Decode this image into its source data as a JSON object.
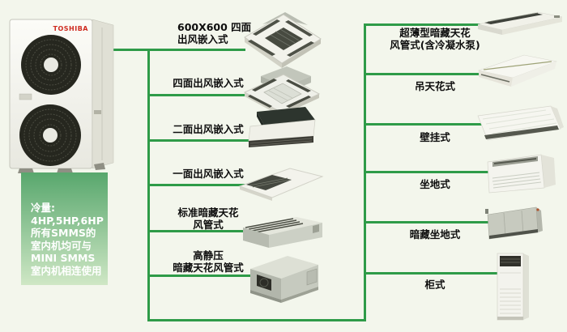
{
  "colors": {
    "bg": "#f3f6ec",
    "line": "#2e9b48",
    "boxtop": "#58a76d",
    "boxbot": "#cfe7c5",
    "ink": "#0d0d0d",
    "infotext": "#ffffff",
    "brand": "#cf2b20"
  },
  "outdoor_unit": {
    "brand": "TOSHIBA",
    "info_text": "冷量:\n4HP,5HP,6HP\n所有SMMS的\n室内机均可与\nMINI SMMS\n室内机相连使用"
  },
  "middle_column": {
    "items": [
      {
        "label": "600X600 四面\n出风嵌入式",
        "image": "cassette-600x600-4way"
      },
      {
        "label": "四面出风嵌入式",
        "image": "cassette-4way"
      },
      {
        "label": "二面出风嵌入式",
        "image": "cassette-2way"
      },
      {
        "label": "一面出风嵌入式",
        "image": "cassette-1way"
      },
      {
        "label": "标准暗藏天花\n风管式",
        "image": "duct-standard"
      },
      {
        "label": "高静压\n暗藏天花风管式",
        "image": "duct-high-static"
      }
    ]
  },
  "right_column": {
    "items": [
      {
        "label": "超薄型暗藏天花\n风管式(含冷凝水泵)",
        "image": "duct-slim-with-pump"
      },
      {
        "label": "吊天花式",
        "image": "ceiling-suspended"
      },
      {
        "label": "壁挂式",
        "image": "wall-mounted"
      },
      {
        "label": "坐地式",
        "image": "floor-standing"
      },
      {
        "label": "暗藏坐地式",
        "image": "floor-concealed"
      },
      {
        "label": "柜式",
        "image": "cabinet"
      }
    ]
  }
}
